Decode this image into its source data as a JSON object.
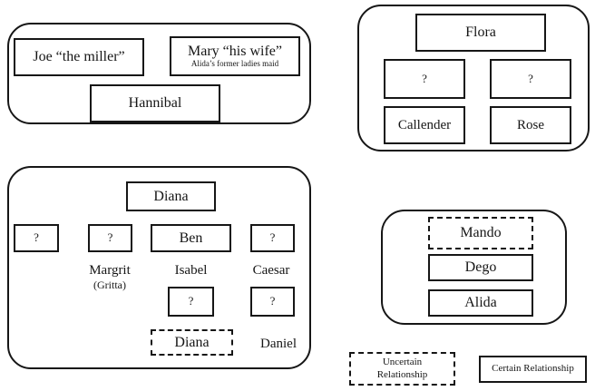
{
  "colors": {
    "ink": "#161616",
    "background": "#ffffff"
  },
  "miller_household": {
    "joe": "Joe “the miller”",
    "mary": "Mary “his wife”",
    "mary_note": "Alida’s former ladies maid",
    "hannibal": "Hannibal"
  },
  "flora_household": {
    "flora": "Flora",
    "unknown_left": "?",
    "unknown_right": "?",
    "callender": "Callender",
    "rose": "Rose"
  },
  "diana_household": {
    "diana": "Diana",
    "unknown_spouse_1": "?",
    "unknown_spouse_2": "?",
    "ben": "Ben",
    "unknown_spouse_3": "?",
    "margrit": "Margrit",
    "margrit_nickname": "(Gritta)",
    "isabel": "Isabel",
    "caesar": "Caesar",
    "unknown_child_1": "?",
    "unknown_child_2": "?",
    "diana_child": "Diana",
    "daniel": "Daniel"
  },
  "mando_household": {
    "mando": "Mando",
    "dego": "Dego",
    "alida": "Alida"
  },
  "legend": {
    "uncertain": "Uncertain Relationship",
    "certain": "Certain Relationship"
  }
}
